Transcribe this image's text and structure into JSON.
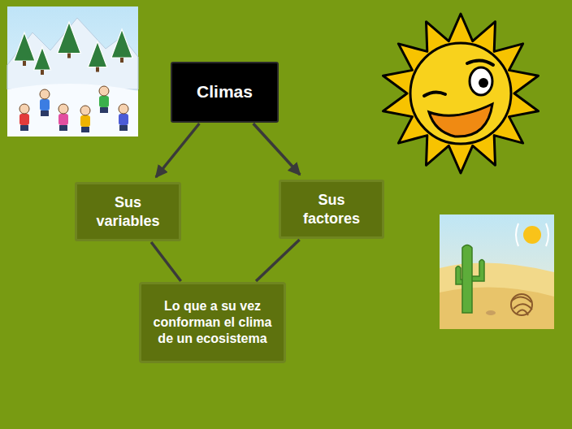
{
  "diagram": {
    "nodes": [
      {
        "text": [
          "Climas"
        ]
      },
      {
        "text": [
          "Sus variables"
        ]
      },
      {
        "text": [
          "Sus factores"
        ]
      },
      {
        "text": [
          "Lo que a su vez conforman el clima de un ecosistema"
        ]
      }
    ],
    "edges": [
      {
        "from": 0,
        "to": 1,
        "arrow": "to"
      },
      {
        "from": 0,
        "to": 2,
        "arrow": "to"
      },
      {
        "from": 1,
        "to": 3,
        "arrow": "none"
      },
      {
        "from": 2,
        "to": 3,
        "arrow": "none"
      }
    ]
  }
}
